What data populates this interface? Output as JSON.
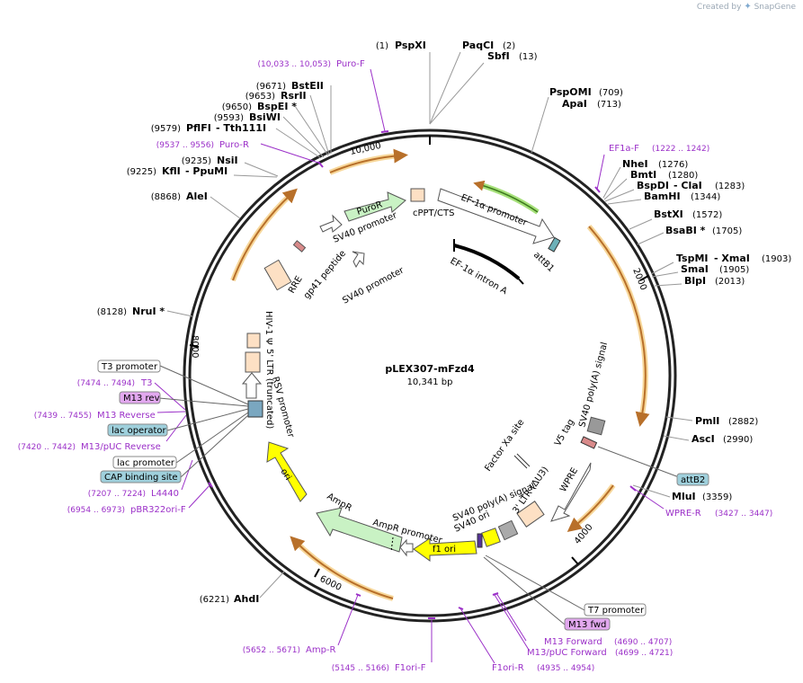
{
  "credit": {
    "prefix": "Created by",
    "brand": "SnapGene"
  },
  "plasmid": {
    "name": "pLEX307-mFzd4",
    "length": "10,341 bp"
  },
  "ticks": [
    "10,000",
    "2000",
    "4000",
    "6000",
    "8000"
  ],
  "sites": [
    {
      "name": "PspXI",
      "pos": "(1)"
    },
    {
      "name": "PaqCI",
      "pos": "(2)"
    },
    {
      "name": "SbfI",
      "pos": "(13)"
    },
    {
      "name": "PspOMI",
      "pos": "(709)"
    },
    {
      "name": "ApaI",
      "pos": "(713)"
    },
    {
      "name": "NheI",
      "pos": "(1276)"
    },
    {
      "name": "BmtI",
      "pos": "(1280)"
    },
    {
      "name": "BspDI",
      "extra": "- ClaI",
      "pos": "(1283)"
    },
    {
      "name": "BamHI",
      "pos": "(1344)"
    },
    {
      "name": "BstXI",
      "pos": "(1572)"
    },
    {
      "name": "BsaBI *",
      "pos": "(1705)"
    },
    {
      "name": "TspMI",
      "extra": "- XmaI",
      "pos": "(1903)"
    },
    {
      "name": "SmaI",
      "pos": "(1905)"
    },
    {
      "name": "BlpI",
      "pos": "(2013)"
    },
    {
      "name": "PmlI",
      "pos": "(2882)"
    },
    {
      "name": "AscI",
      "pos": "(2990)"
    },
    {
      "name": "MluI",
      "pos": "(3359)"
    },
    {
      "name": "AhdI",
      "pos": "(6221)"
    },
    {
      "name": "NruI *",
      "pos": "(8128)"
    },
    {
      "name": "AleI",
      "pos": "(8868)"
    },
    {
      "name": "KflI",
      "extra": "- PpuMI",
      "pos": "(9225)"
    },
    {
      "name": "NsiI",
      "pos": "(9235)"
    },
    {
      "name": "PflFI",
      "extra": "- Tth111I",
      "pos": "(9579)"
    },
    {
      "name": "BsiWI",
      "pos": "(9593)"
    },
    {
      "name": "BspEI *",
      "pos": "(9650)"
    },
    {
      "name": "RsrII",
      "pos": "(9653)"
    },
    {
      "name": "BstEII",
      "pos": "(9671)"
    }
  ],
  "primers": [
    {
      "name": "Puro-F",
      "pos": "(10,033 .. 10,053)"
    },
    {
      "name": "Puro-R",
      "pos": "(9537 .. 9556)"
    },
    {
      "name": "EF1a-F",
      "pos": "(1222 .. 1242)"
    },
    {
      "name": "WPRE-R",
      "pos": "(3427 .. 3447)"
    },
    {
      "name": "M13 Forward",
      "pos": "(4690 .. 4707)"
    },
    {
      "name": "M13/pUC Forward",
      "pos": "(4699 .. 4721)"
    },
    {
      "name": "F1ori-R",
      "pos": "(4935 .. 4954)"
    },
    {
      "name": "F1ori-F",
      "pos": "(5145 .. 5166)"
    },
    {
      "name": "Amp-R",
      "pos": "(5652 .. 5671)"
    },
    {
      "name": "pBR322ori-F",
      "pos": "(6954 .. 6973)"
    },
    {
      "name": "L4440",
      "pos": "(7207 .. 7224)"
    },
    {
      "name": "M13/pUC Reverse",
      "pos": "(7420 .. 7442)"
    },
    {
      "name": "M13 Reverse",
      "pos": "(7439 .. 7455)"
    },
    {
      "name": "T3",
      "pos": "(7474 .. 7494)"
    }
  ],
  "boxes": [
    {
      "name": "T3 promoter",
      "color": "#ffffff"
    },
    {
      "name": "M13 rev",
      "color": "#e2a8ef"
    },
    {
      "name": "lac operator",
      "color": "#9fd0dc"
    },
    {
      "name": "lac promoter",
      "color": "#ffffff"
    },
    {
      "name": "CAP binding site",
      "color": "#9fd0dc"
    },
    {
      "name": "attB2",
      "color": "#9fd0dc"
    },
    {
      "name": "T7 promoter",
      "color": "#ffffff"
    },
    {
      "name": "M13 fwd",
      "color": "#e2a8ef"
    }
  ],
  "features": [
    "cPPT/CTS",
    "PuroR",
    "SV40 promoter",
    "EF-1α promoter",
    "attB1",
    "EF-1α intron A",
    "SV40 promoter",
    "RRE",
    "gp41 peptide",
    "HIV-1 Ψ",
    "5' LTR (truncated)",
    "RSV promoter",
    "ori",
    "AmpR",
    "AmpR promoter",
    "f1 ori",
    "SV40 ori",
    "SV40 poly(A) signal",
    "3' LTR (ΔU3)",
    "WPRE",
    "Factor Xa site",
    "V5 tag",
    "SV40 poly(A) signal"
  ],
  "colors": {
    "orf_arrow": "#b8702a",
    "orf_glow": "#f7d79a",
    "puro": "#c9f2c4",
    "ef1a_promoter_glow": "#a6e07a",
    "ori": "#ffff00",
    "primer": "#9b30c8",
    "ltr": "#fde0c4"
  }
}
